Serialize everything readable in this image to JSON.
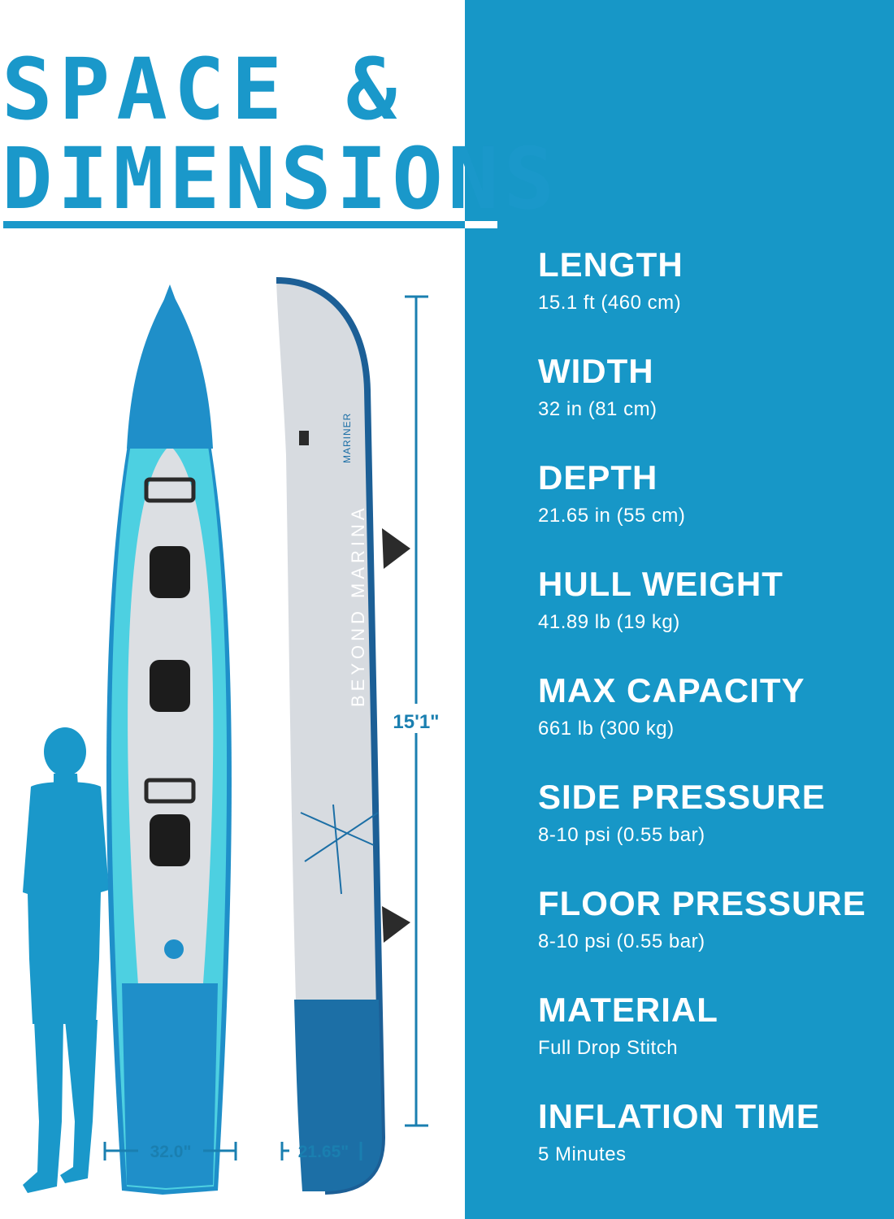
{
  "title": {
    "line1": "SPACE &",
    "line2": "DIMENSIONS"
  },
  "colors": {
    "accent": "#1797c7",
    "dark_blue": "#1a5f94",
    "light": "#ffffff"
  },
  "specs": [
    {
      "label": "LENGTH",
      "value": "15.1 ft (460 cm)"
    },
    {
      "label": "WIDTH",
      "value": "32 in (81 cm)"
    },
    {
      "label": "DEPTH",
      "value": "21.65 in (55 cm)"
    },
    {
      "label": "HULL WEIGHT",
      "value": "41.89 lb (19 kg)"
    },
    {
      "label": "MAX CAPACITY",
      "value": "661 lb (300 kg)"
    },
    {
      "label": "SIDE PRESSURE",
      "value": "8-10 psi (0.55 bar)"
    },
    {
      "label": "FLOOR PRESSURE",
      "value": "8-10 psi (0.55 bar)"
    },
    {
      "label": "MATERIAL",
      "value": "Full Drop Stitch"
    },
    {
      "label": "INFLATION TIME",
      "value": "5 Minutes"
    }
  ],
  "figure": {
    "brand": "BEYOND MARINA",
    "model": "MARINER",
    "length_label": "15'1\"",
    "width_label": "32.0\"",
    "depth_label": "21.65\""
  }
}
